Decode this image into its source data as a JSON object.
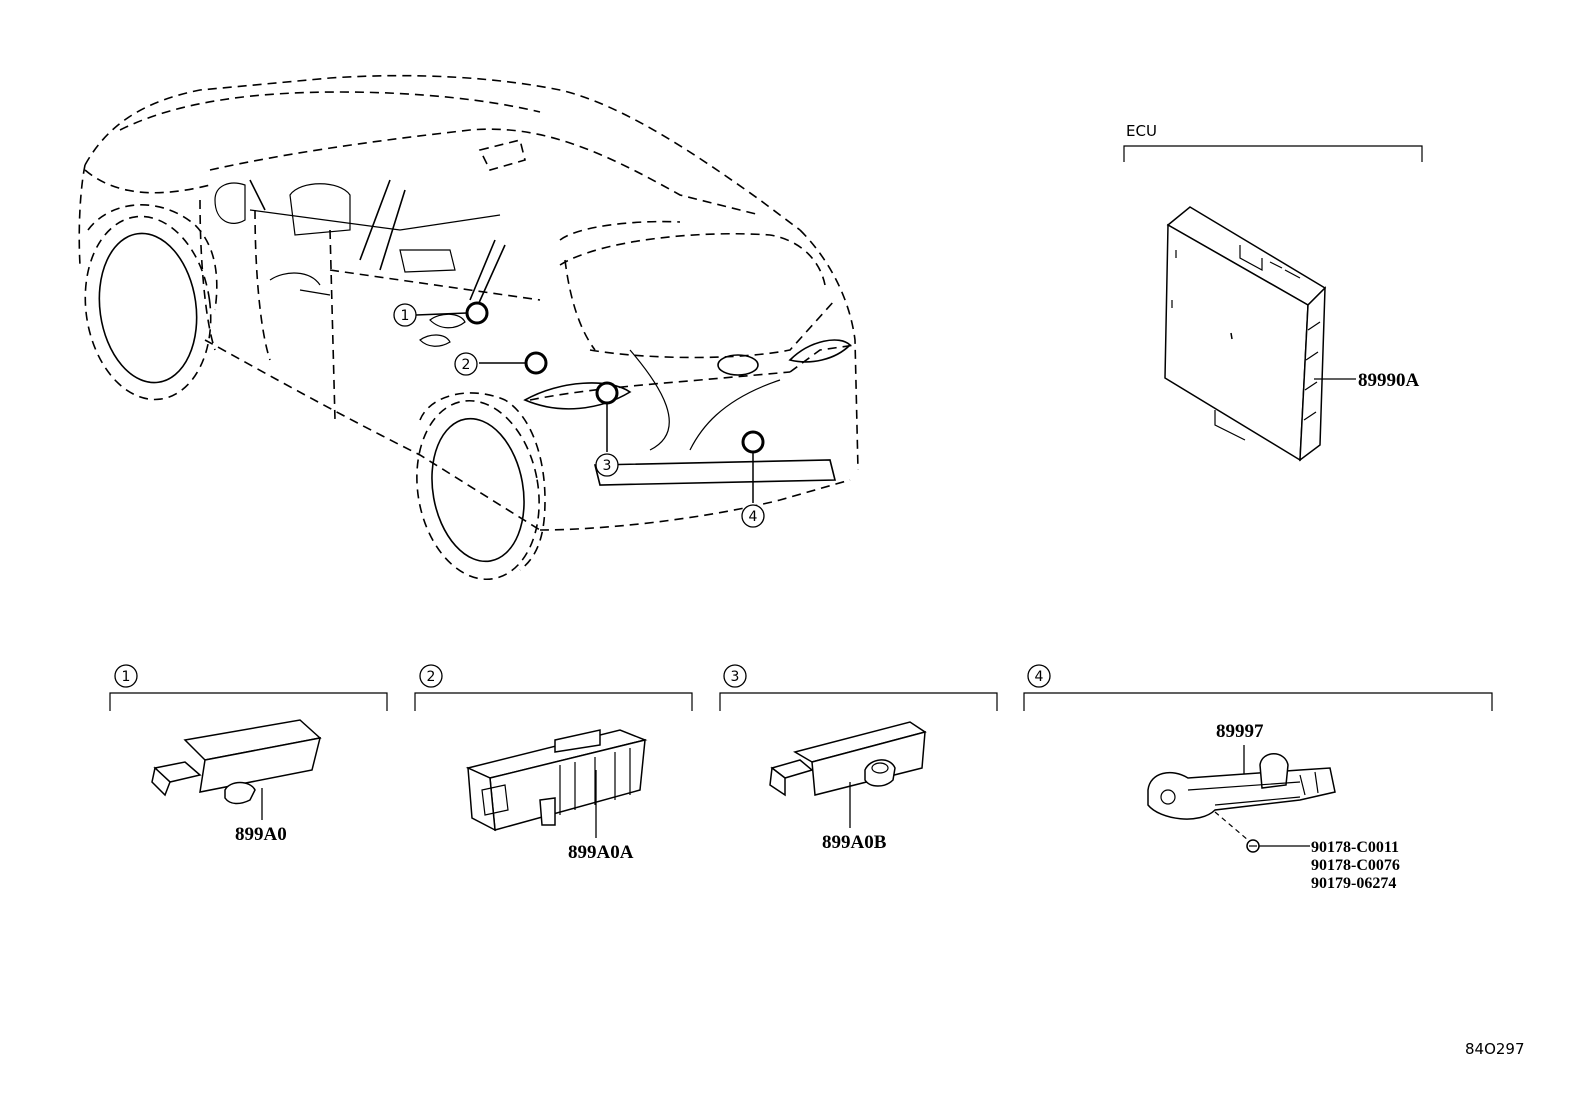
{
  "ecu": {
    "title": "ECU",
    "part_number": "89990A"
  },
  "callouts": [
    "1",
    "2",
    "3",
    "4"
  ],
  "groups": [
    {
      "num": "1",
      "parts": [
        "899A0"
      ]
    },
    {
      "num": "2",
      "parts": [
        "899A0A"
      ]
    },
    {
      "num": "3",
      "parts": [
        "899A0B"
      ]
    },
    {
      "num": "4",
      "parts": [
        "89997",
        "90178-C0011",
        "90178-C0076",
        "90179-06274"
      ]
    }
  ],
  "figure_id": "84O297"
}
